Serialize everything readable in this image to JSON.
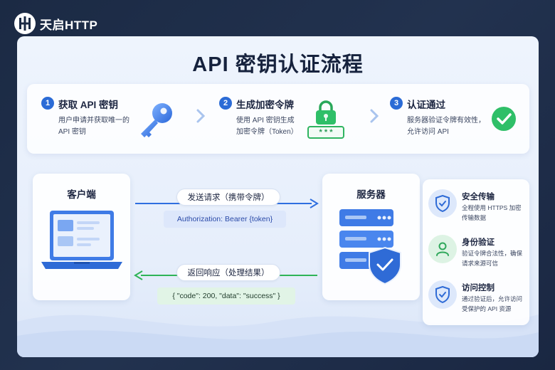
{
  "brand": {
    "name": "天启HTTP"
  },
  "title": "API 密钥认证流程",
  "steps": [
    {
      "num": "1",
      "title": "获取 API 密钥",
      "desc": [
        "用户申请并获取唯一的",
        "API 密钥"
      ],
      "icon": "key-icon"
    },
    {
      "num": "2",
      "title": "生成加密令牌",
      "desc": [
        "使用 API 密钥生成",
        "加密令牌（Token）"
      ],
      "icon": "token-lock-icon",
      "token_mask": "* * *"
    },
    {
      "num": "3",
      "title": "认证通过",
      "desc": [
        "服务器验证令牌有效性，",
        "允许访问 API"
      ],
      "icon": "check-circle-icon"
    }
  ],
  "client": {
    "label": "客户端"
  },
  "server": {
    "label": "服务器"
  },
  "request": {
    "label": "发送请求（携带令牌）",
    "header": "Authorization: Bearer {token}"
  },
  "response": {
    "label": "返回响应（处理结果）",
    "body": "{  \"code\": 200, \"data\": \"success\"  }"
  },
  "features": [
    {
      "title": "安全传输",
      "desc": [
        "全程使用 HTTPS 加密",
        "传输数据"
      ],
      "icon": "shield-check-icon"
    },
    {
      "title": "身份验证",
      "desc": [
        "验证令牌合法性，确保",
        "请求来源可信"
      ],
      "icon": "user-icon"
    },
    {
      "title": "访问控制",
      "desc": [
        "通过验证后，允许访问",
        "受保护的 API 资源"
      ],
      "icon": "shield-check-icon"
    }
  ],
  "colors": {
    "accent": "#2b6bd6",
    "success": "#28b463",
    "request_arrow": "#2f6fe0",
    "response_arrow": "#2fb457",
    "title": "#16223d"
  }
}
